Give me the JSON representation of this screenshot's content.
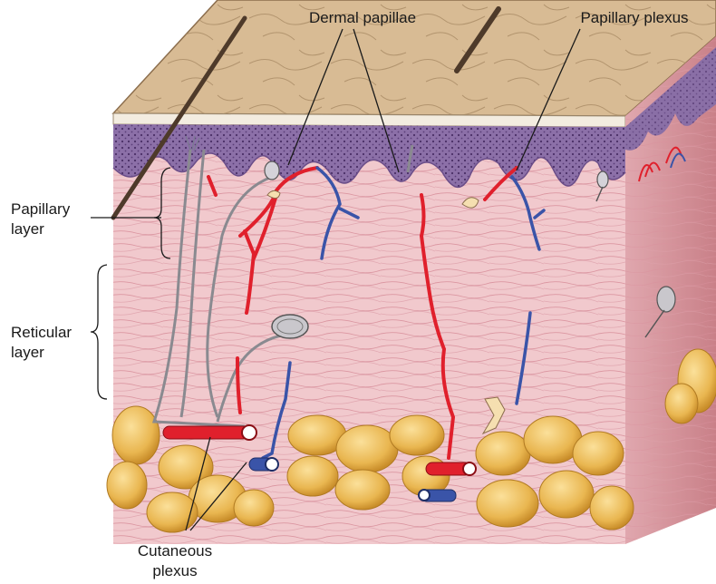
{
  "labels": {
    "dermal_papillae": "Dermal papillae",
    "papillary_plexus": "Papillary plexus",
    "papillary_layer_line1": "Papillary",
    "papillary_layer_line2": "layer",
    "reticular_layer_line1": "Reticular",
    "reticular_layer_line2": "layer",
    "cutaneous_plexus_line1": "Cutaneous",
    "cutaneous_plexus_line2": "plexus"
  },
  "colors": {
    "epidermis_surface": "#c9ad88",
    "epidermis_purple": "#8c70a8",
    "dermis_pink": "#f0c8cc",
    "fat_yellow": "#e5b14a",
    "artery_red": "#e0202c",
    "vein_blue": "#3a54a8",
    "nerve_gray": "#8a8a90"
  }
}
